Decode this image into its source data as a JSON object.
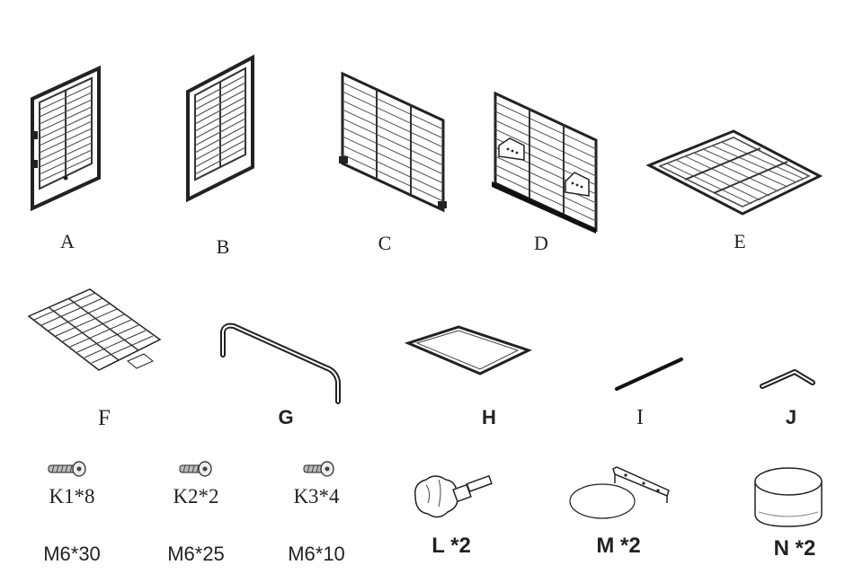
{
  "parts": {
    "A": {
      "label": "A"
    },
    "B": {
      "label": "B"
    },
    "C": {
      "label": "C"
    },
    "D": {
      "label": "D"
    },
    "E": {
      "label": "E"
    },
    "F": {
      "label": "F"
    },
    "G": {
      "label": "G"
    },
    "H": {
      "label": "H"
    },
    "I": {
      "label": "I"
    },
    "J": {
      "label": "J"
    },
    "K1": {
      "label": "K1*8",
      "size": "M6*30"
    },
    "K2": {
      "label": "K2*2",
      "size": "M6*25"
    },
    "K3": {
      "label": "K3*4",
      "size": "M6*10"
    },
    "L": {
      "label": "L *2"
    },
    "M": {
      "label": "M *2"
    },
    "N": {
      "label": "N *2"
    }
  }
}
